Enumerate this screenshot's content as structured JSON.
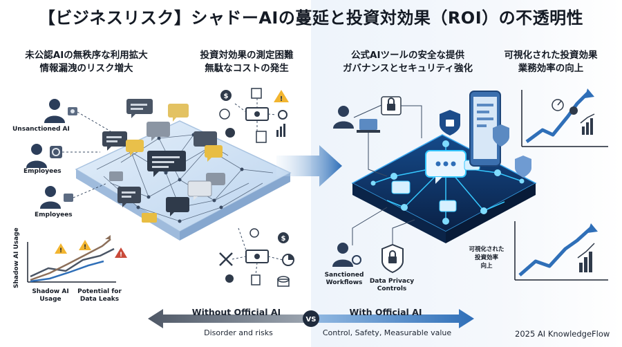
{
  "title": "【ビジネスリスク】シャドーAIの蔓延と投資対効果（ROI）の不透明性",
  "left": {
    "heading1": [
      "未公認AIの無秩序な利用拡大",
      "情報漏洩のリスク増大"
    ],
    "heading2": [
      "投資対効果の測定困難",
      "無駄なコストの発生"
    ],
    "labels": {
      "unsanctioned": "Unsanctioned AI",
      "employees1": "Employees",
      "employees2": "Employees",
      "y_axis": "Shadow AI Usage",
      "shadow_usage": [
        "Shadow AI",
        "Usage"
      ],
      "leaks": [
        "Potential for",
        "Data Leaks"
      ]
    }
  },
  "right": {
    "heading1": [
      "公式AIツールの安全な提供",
      "ガバナンスとセキュリティ強化"
    ],
    "heading2": [
      "可視化された投資効果",
      "業務効率の向上"
    ],
    "labels": {
      "sanctioned": [
        "Sanctioned",
        "Workflows"
      ],
      "privacy": [
        "Data Privacy",
        "Controls"
      ],
      "small_roi": [
        "可視化された",
        "投資効率",
        "向上"
      ]
    }
  },
  "comparison": {
    "left_label": "Without Official AI",
    "right_label": "With Official AI",
    "vs": "VS",
    "left_footer": "Disorder and risks",
    "right_footer": "Control, Safety, Measurable value"
  },
  "credit": "2025 AI KnowledgeFlow",
  "colors": {
    "left_arrow": "#4f5866",
    "right_arrow": "#2f6fb8",
    "platform_dark": "#0d2a52",
    "glow": "#35c8ff",
    "warning": "#f2b530",
    "chart_red": "#c94a3a"
  }
}
